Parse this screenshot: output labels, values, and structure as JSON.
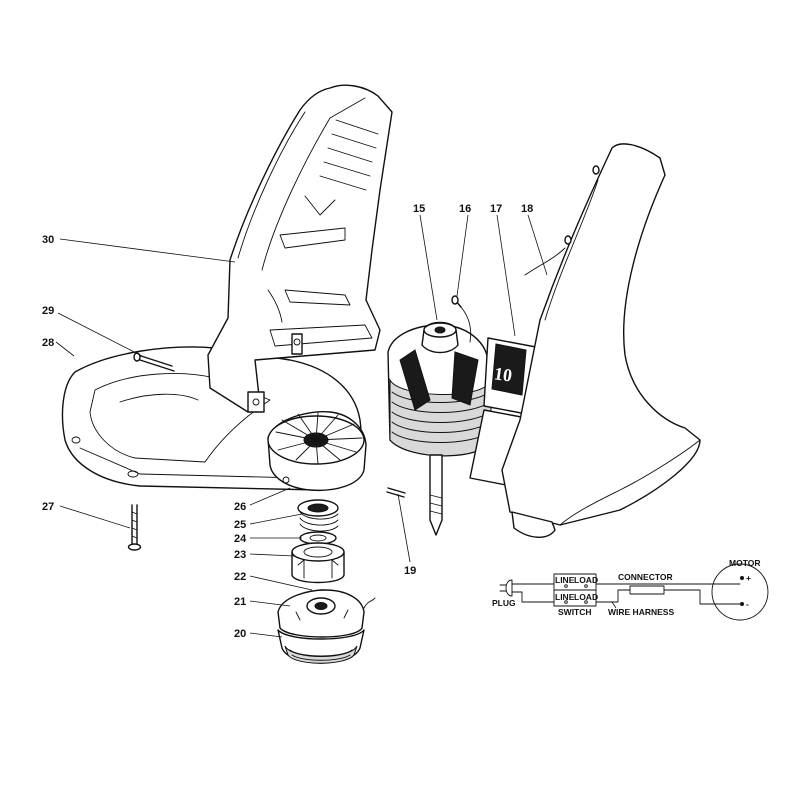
{
  "callouts": {
    "c30": "30",
    "c29": "29",
    "c28": "28",
    "c27": "27",
    "c26": "26",
    "c25": "25",
    "c24": "24",
    "c23": "23",
    "c22": "22",
    "c21": "21",
    "c20": "20",
    "c19": "19",
    "c15": "15",
    "c16": "16",
    "c17": "17",
    "c18": "18"
  },
  "label_decal": "10",
  "wiring": {
    "line_top": "LINE",
    "load_top": "LOAD",
    "line_bottom": "LINE",
    "load_bottom": "LOAD",
    "connector": "CONNECTOR",
    "motor": "MOTOR",
    "plug": "PLUG",
    "switch": "SWITCH",
    "wire_harness": "WIRE HARNESS",
    "plus": "+",
    "minus": "-"
  }
}
